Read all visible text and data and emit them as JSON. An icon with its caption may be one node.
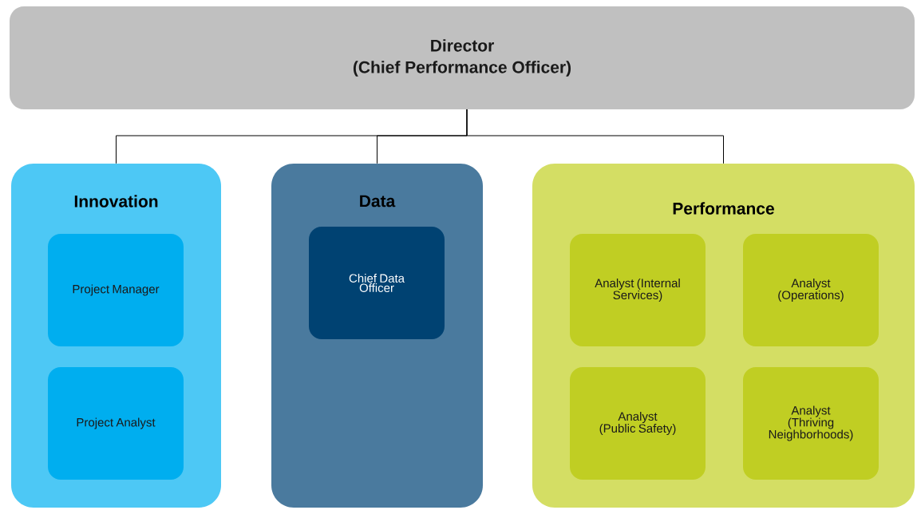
{
  "diagram": {
    "nodes": [
      {
        "text": [
          "Director",
          "(Chief Performance Officer)"
        ]
      },
      {
        "text": [
          "Innovation"
        ]
      },
      {
        "text": [
          "Project Manager"
        ],
        "in": 1
      },
      {
        "text": [
          "Project Analyst"
        ],
        "in": 1
      },
      {
        "text": [
          "Data"
        ]
      },
      {
        "text": [
          "Chief Data Officer"
        ],
        "in": 4
      },
      {
        "text": [
          "Performance"
        ]
      },
      {
        "text": [
          "Analyst (Internal Services)"
        ],
        "in": 6
      },
      {
        "text": [
          "Analyst (Operations)"
        ],
        "in": 6
      },
      {
        "text": [
          "Analyst (Public Safety)"
        ],
        "in": 6
      },
      {
        "text": [
          "Analyst (Thriving Neighborhoods)"
        ],
        "in": 6
      }
    ],
    "edges": [
      {
        "from": 0,
        "to": 1,
        "arrow": "none"
      },
      {
        "from": 0,
        "to": 4,
        "arrow": "none"
      },
      {
        "from": 0,
        "to": 6,
        "arrow": "none"
      }
    ]
  }
}
